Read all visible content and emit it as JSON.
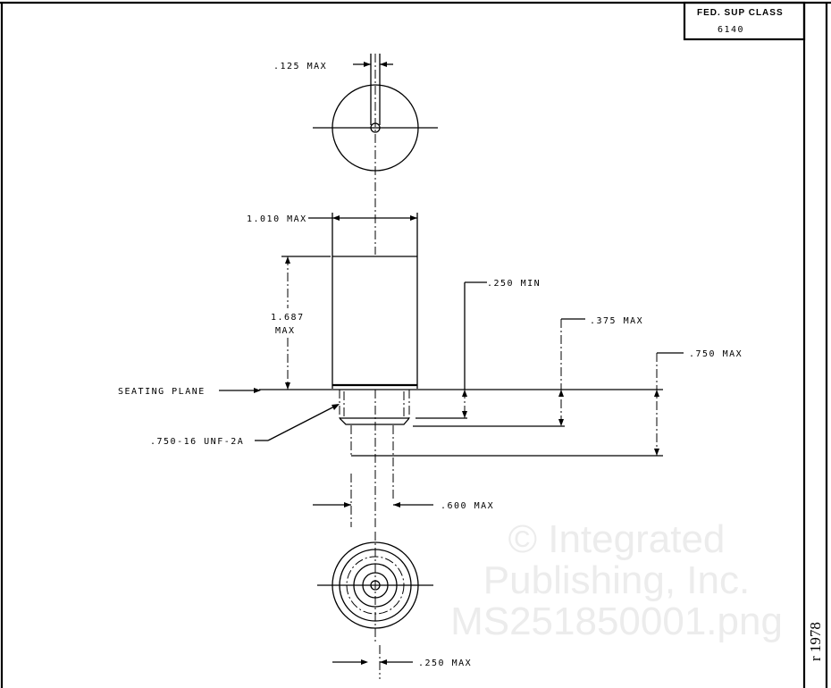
{
  "title_block": {
    "heading": "FED. SUP CLASS",
    "value": "6140"
  },
  "side_note": "r 1978",
  "watermark": [
    "© Integrated",
    "Publishing, Inc.",
    "MS251850001.png"
  ],
  "dimensions": {
    "pin_width": ".125 MAX",
    "body_diameter": "1.010 MAX",
    "body_height_value": "1.687",
    "body_height_suffix": "MAX",
    "min_250": ".250 MIN",
    "max_375": ".375 MAX",
    "max_750": ".750 MAX",
    "seating_plane": "SEATING PLANE",
    "thread": ".750-16 UNF-2A",
    "max_600": ".600 MAX",
    "max_250": ".250 MAX"
  }
}
